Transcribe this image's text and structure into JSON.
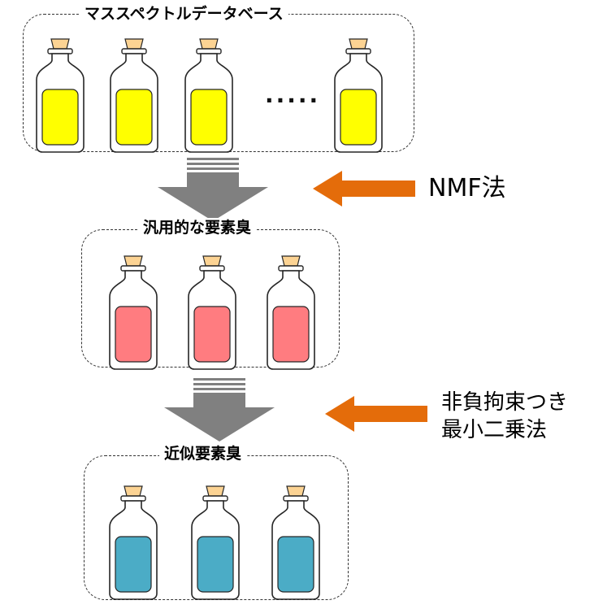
{
  "groups": [
    {
      "title": "マススペクトルデータベース",
      "liquid_color": "#ffff00",
      "ellipsis": "....."
    },
    {
      "title": "汎用的な要素臭",
      "liquid_color": "#ff7c80"
    },
    {
      "title": "近似要素臭",
      "liquid_color": "#4bacc6"
    }
  ],
  "methods": [
    {
      "line1": "NMF法",
      "line2": ""
    },
    {
      "line1": "非負拘束つき",
      "line2": "最小二乗法"
    }
  ],
  "colors": {
    "cork": "#fcd393",
    "bottle_outline": "#262626",
    "down_arrow": "#808080",
    "side_arrow": "#e46c0a",
    "border": "#333333"
  }
}
